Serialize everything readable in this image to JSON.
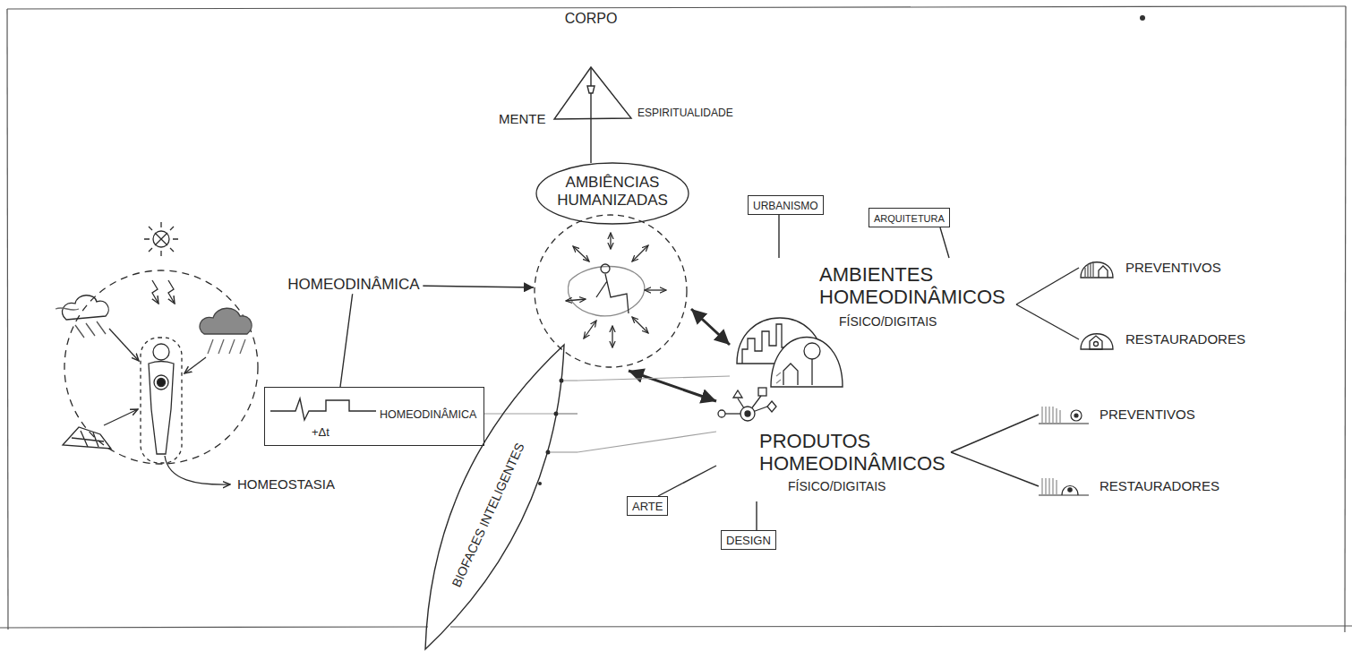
{
  "diagram": {
    "nodes": [
      {
        "text": [
          "CORPO",
          "MENTE",
          "ESPIRITUALIDADE"
        ]
      },
      {
        "text": [
          "AMBIÊNCIAS HUMANIZADAS"
        ]
      },
      {
        "text": [
          "HOMEOSTASIA"
        ]
      },
      {
        "text": [
          "+Δt",
          "HOMEODINÂMICA"
        ]
      },
      {
        "text": [
          "BIOFACES INTELIGENTES"
        ]
      },
      {
        "text": [
          "URBANISMO"
        ]
      },
      {
        "text": [
          "ARQUITETURA"
        ]
      },
      {
        "text": [
          "AMBIENTES HOMEODINÂMICOS",
          "FÍSICO/DIGITAIS"
        ]
      },
      {
        "text": [
          "PREVENTIVOS"
        ]
      },
      {
        "text": [
          "RESTAURADORES"
        ]
      },
      {
        "text": [
          "PRODUTOS HOMEODINÂMICOS",
          "FÍSICO/DIGITAIS"
        ]
      },
      {
        "text": [
          "ARTE"
        ]
      },
      {
        "text": [
          "DESIGN"
        ]
      },
      {
        "text": [
          "PREVENTIVOS"
        ]
      },
      {
        "text": [
          "RESTAURADORES"
        ]
      }
    ],
    "edges": [
      {
        "from": 0,
        "to": 1,
        "arrow": "none"
      },
      {
        "from": 3,
        "to": 1,
        "label": "HOMEODINÂMICA",
        "arrow": "to"
      },
      {
        "from": 1,
        "to": 7,
        "arrow": "both"
      },
      {
        "from": 1,
        "to": 10,
        "arrow": "both"
      },
      {
        "from": 5,
        "to": 7,
        "arrow": "none"
      },
      {
        "from": 6,
        "to": 7,
        "arrow": "none"
      },
      {
        "from": 7,
        "to": 8,
        "arrow": "none"
      },
      {
        "from": 7,
        "to": 9,
        "arrow": "none"
      },
      {
        "from": 3,
        "to": 4,
        "arrow": "none"
      },
      {
        "from": 4,
        "to": 7,
        "arrow": "none"
      },
      {
        "from": 4,
        "to": 10,
        "arrow": "none"
      },
      {
        "from": 11,
        "to": 10,
        "arrow": "none"
      },
      {
        "from": 12,
        "to": 10,
        "arrow": "none"
      },
      {
        "from": 10,
        "to": 13,
        "arrow": "none"
      },
      {
        "from": 10,
        "to": 14,
        "arrow": "none"
      }
    ]
  }
}
